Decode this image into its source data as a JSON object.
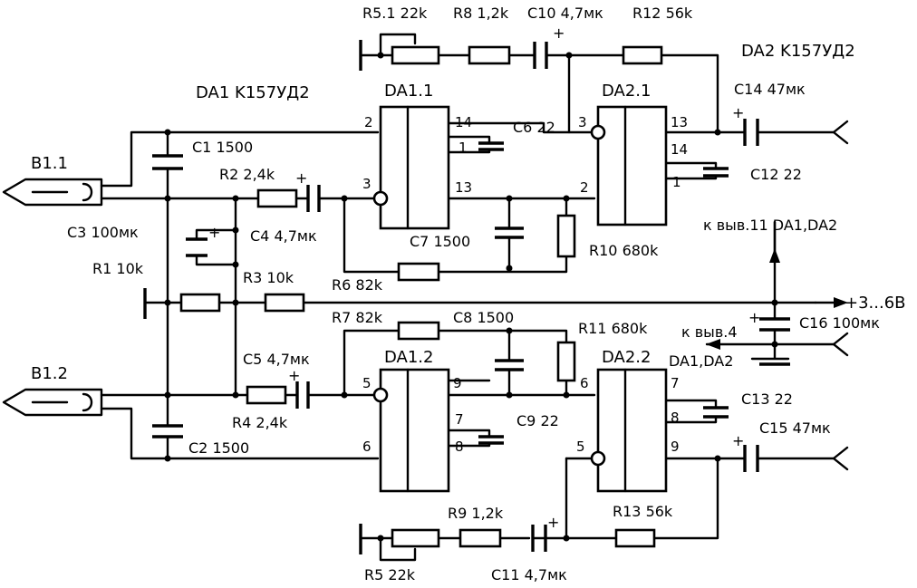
{
  "labels": {
    "da1_title": "DA1 K157УД2",
    "da2_title": "DA2 K157УД2",
    "b11": "B1.1",
    "b12": "B1.2",
    "c1": "C1 1500",
    "c2": "C2 1500",
    "c3": "C3 100мк",
    "c4": "C4 4,7мк",
    "c5": "C5 4,7мк",
    "c6": "C6 22",
    "c7": "C7 1500",
    "c8": "C8 1500",
    "c9": "C9 22",
    "c10": "C10 4,7мк",
    "c11": "C11 4,7мк",
    "c12": "C12 22",
    "c13": "C13 22",
    "c14": "C14 47мк",
    "c15": "C15 47мк",
    "c16": "C16 100мк",
    "r1": "R1 10k",
    "r2": "R2 2,4k",
    "r3": "R3 10k",
    "r4": "R4 2,4k",
    "r5": "R5 22k",
    "r51": "R5.1 22k",
    "r6": "R6 82k",
    "r7": "R7 82k",
    "r8": "R8 1,2k",
    "r9": "R9 1,2k",
    "r10": "R10 680k",
    "r11": "R11 680k",
    "r12": "R12 56k",
    "r13": "R13 56k",
    "da11": "DA1.1",
    "da12": "DA1.2",
    "da21": "DA2.1",
    "da22": "DA2.2",
    "pin11_note": "к выв.11 DA1,DA2",
    "pin4_note": "к выв.4",
    "pin4_note2": "DA1,DA2",
    "power": "+3...6В",
    "plus": "+"
  },
  "pins": {
    "da11_2": "2",
    "da11_3": "3",
    "da11_14": "14",
    "da11_1": "1",
    "da11_13": "13",
    "da21_3": "3",
    "da21_2": "2",
    "da21_13": "13",
    "da21_14": "14",
    "da21_1": "1",
    "da12_5": "5",
    "da12_6": "6",
    "da12_9": "9",
    "da12_7": "7",
    "da12_8": "8",
    "da22_6": "6",
    "da22_5": "5",
    "da22_7": "7",
    "da22_8": "8",
    "da22_9": "9"
  },
  "colors": {
    "ink": "#000000",
    "paper": "#ffffff"
  }
}
